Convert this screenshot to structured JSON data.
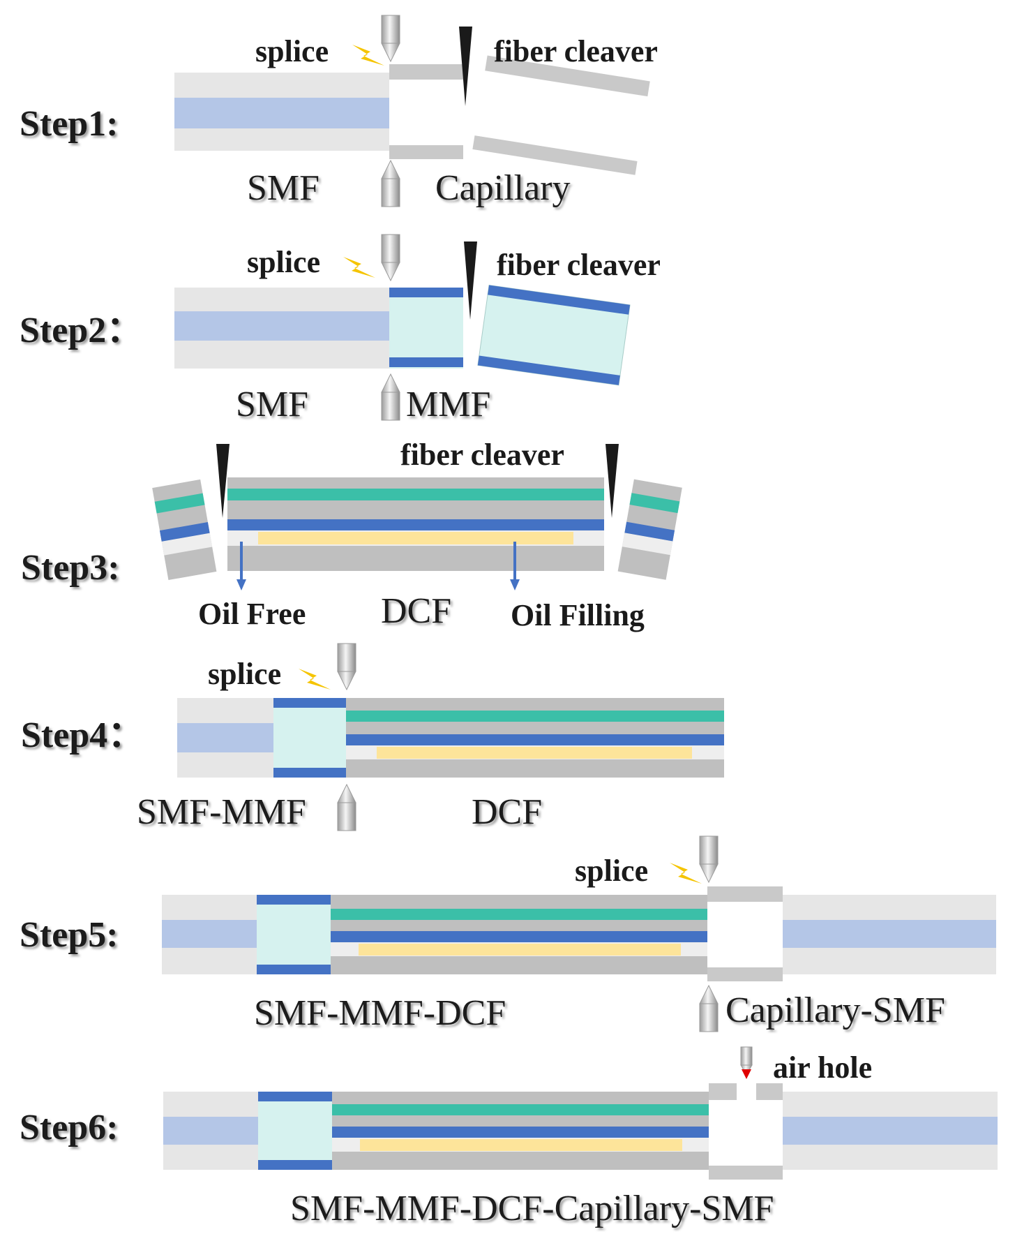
{
  "steps": [
    {
      "label": "Step1:"
    },
    {
      "label": "Step2："
    },
    {
      "label": "Step3:"
    },
    {
      "label": "Step4："
    },
    {
      "label": "Step5:"
    },
    {
      "label": "Step6:"
    }
  ],
  "labels": {
    "splice": "splice",
    "fiber_cleaver": "fiber cleaver",
    "smf": "SMF",
    "capillary": "Capillary",
    "mmf": "MMF",
    "oil_free": "Oil Free",
    "dcf": "DCF",
    "oil_filling": "Oil Filling",
    "smf_mmf": "SMF-MMF",
    "smf_mmf_dcf": "SMF-MMF-DCF",
    "capillary_smf": "Capillary-SMF",
    "air_hole": "air hole",
    "final": "SMF-MMF-DCF-Capillary-SMF"
  },
  "colors": {
    "cladding": "#e6e6e6",
    "smf_core": "#b4c6e7",
    "capillary_wall": "#c9c9c9",
    "mmf_fill": "#d6f2ef",
    "mmf_edge": "#4472c4",
    "dcf_teal": "#3bbfa8",
    "dcf_gray": "#bfbfbf",
    "oil_yellow": "#fde49a",
    "blade": "#1a1a1a",
    "spark": "#f5c400",
    "arrow_red": "#e00000"
  },
  "icons": {
    "electrode": "electrode-icon",
    "spark": "spark-icon",
    "blade": "cleaver-blade-icon",
    "arrow": "down-arrow-icon"
  }
}
